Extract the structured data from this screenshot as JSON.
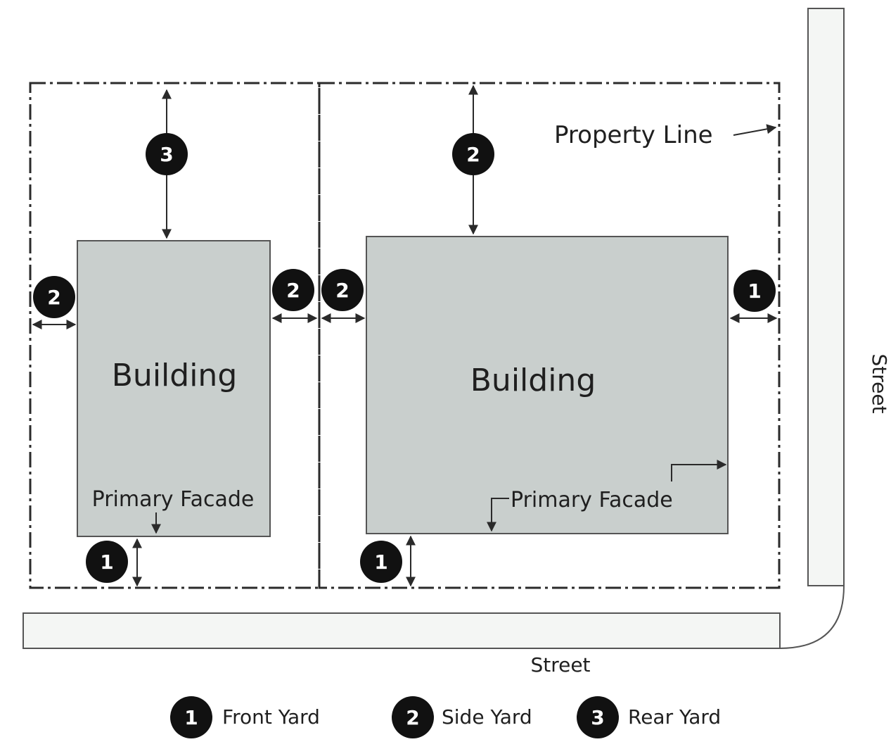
{
  "labels": {
    "building": "Building",
    "primary_facade": "Primary Facade",
    "property_line": "Property Line",
    "street": "Street"
  },
  "markers": {
    "front": "1",
    "side": "2",
    "rear": "3"
  },
  "legend": [
    {
      "number": "1",
      "label": "Front Yard"
    },
    {
      "number": "2",
      "label": "Side Yard"
    },
    {
      "number": "3",
      "label": "Rear Yard"
    }
  ],
  "colors": {
    "building_fill": "#c9cfcd",
    "street_fill": "#f4f6f4",
    "marker_fill": "#111111",
    "line": "#2a2a2a"
  }
}
